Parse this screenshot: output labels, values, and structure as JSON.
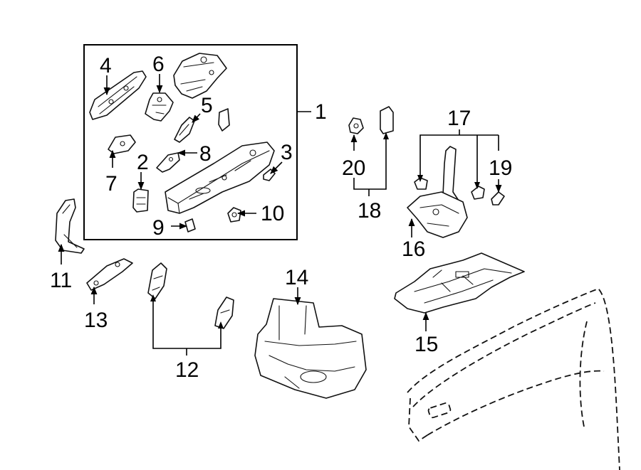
{
  "labels": {
    "n1": "1",
    "n2": "2",
    "n3": "3",
    "n4": "4",
    "n5": "5",
    "n6": "6",
    "n7": "7",
    "n8": "8",
    "n9": "9",
    "n10": "10",
    "n11": "11",
    "n12": "12",
    "n13": "13",
    "n14": "14",
    "n15": "15",
    "n16": "16",
    "n17": "17",
    "n18": "18",
    "n19": "19",
    "n20": "20"
  },
  "colors": {
    "line": "#111111",
    "background": "#ffffff"
  }
}
